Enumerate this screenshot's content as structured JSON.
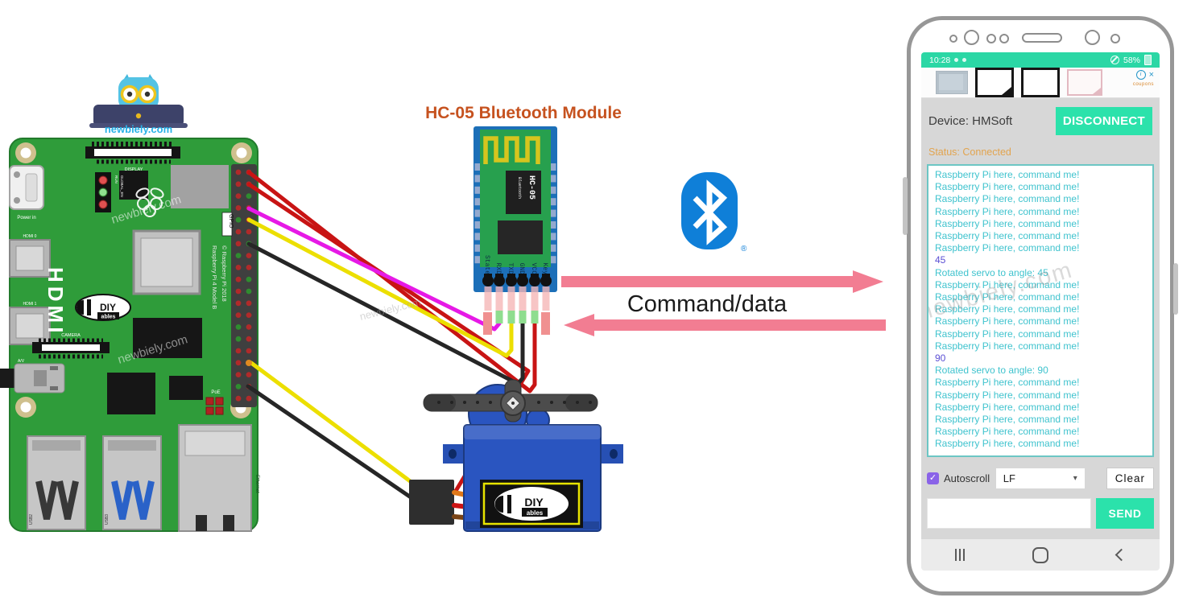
{
  "diagram": {
    "watermark": "newbiely.com",
    "owl_caption": "newbiely.com",
    "hc05_title": "HC-05 Bluetooth Module",
    "command_label": "Command/data",
    "bluetooth_registered": "®",
    "hc05": {
      "chip_line1": "HC-05",
      "chip_line2": "Bluetooth",
      "pins": [
        "State",
        "RXD",
        "TXD",
        "GND",
        "VCC",
        "Key"
      ]
    },
    "pi": {
      "display": "DISPLAY",
      "power": "Power in",
      "hdmi0": "HDMI 0",
      "hdmi1": "HDMI 1",
      "hdmi_vertical": "HDMI",
      "camera": "CAMERA",
      "av": "A/V",
      "gpio": "GPIO",
      "model": "Raspberry Pi 4 Model B",
      "copyright": "© Raspberry Pi 2018",
      "run": "RUN",
      "global_en": "GLOBAL_EN",
      "poe": "PoE",
      "usb2": "USB2",
      "usb3": "USB3",
      "ethernet": "Ethernet",
      "logo_top": "DIY",
      "logo_bottom": "ables"
    },
    "servo": {
      "logo_top": "DIY",
      "logo_bottom": "ables"
    }
  },
  "phone": {
    "status_bar": {
      "time": "10:28",
      "battery": "58%"
    },
    "ad": {
      "info_icon": "i",
      "close_icon": "×",
      "tag": "coupons"
    },
    "device_label": "Device: HMSoft",
    "disconnect_button": "DISCONNECT",
    "status_text": "Status: Connected",
    "terminal": {
      "lines": [
        {
          "text": "Raspberry Pi here, command me!",
          "type": "rx"
        },
        {
          "text": "Raspberry Pi here, command me!",
          "type": "rx"
        },
        {
          "text": "Raspberry Pi here, command me!",
          "type": "rx"
        },
        {
          "text": "Raspberry Pi here, command me!",
          "type": "rx"
        },
        {
          "text": "Raspberry Pi here, command me!",
          "type": "rx"
        },
        {
          "text": "Raspberry Pi here, command me!",
          "type": "rx"
        },
        {
          "text": "Raspberry Pi here, command me!",
          "type": "rx"
        },
        {
          "text": "45",
          "type": "tx"
        },
        {
          "text": "Rotated servo to angle: 45",
          "type": "rx"
        },
        {
          "text": "Raspberry Pi here, command me!",
          "type": "rx"
        },
        {
          "text": "Raspberry Pi here, command me!",
          "type": "rx"
        },
        {
          "text": "Raspberry Pi here, command me!",
          "type": "rx"
        },
        {
          "text": "Raspberry Pi here, command me!",
          "type": "rx"
        },
        {
          "text": "Raspberry Pi here, command me!",
          "type": "rx"
        },
        {
          "text": "Raspberry Pi here, command me!",
          "type": "rx"
        },
        {
          "text": "90",
          "type": "tx"
        },
        {
          "text": "Rotated servo to angle: 90",
          "type": "rx"
        },
        {
          "text": "Raspberry Pi here, command me!",
          "type": "rx"
        },
        {
          "text": "Raspberry Pi here, command me!",
          "type": "rx"
        },
        {
          "text": "Raspberry Pi here, command me!",
          "type": "rx"
        },
        {
          "text": "Raspberry Pi here, command me!",
          "type": "rx"
        },
        {
          "text": "Raspberry Pi here, command me!",
          "type": "rx"
        },
        {
          "text": "Raspberry Pi here, command me!",
          "type": "rx"
        }
      ]
    },
    "autoscroll_label": "Autoscroll",
    "checkbox_glyph": "✓",
    "line_ending_value": "LF",
    "dropdown_arrow": "▾",
    "clear_button": "Clear",
    "send_button": "SEND"
  },
  "colors": {
    "teal_accent": "#2be2ab",
    "statusbar_teal": "#2bd7a5",
    "terminal_text": "#3fc3ce",
    "sent_text": "#5b4fd4",
    "status_orange": "#e2a44f",
    "arrow_pink": "#f27d92",
    "pi_green": "#2f9c3a",
    "hc05_blue": "#1c6fb8",
    "title_orange": "#c6521f",
    "bluetooth_blue": "#0f7fd8"
  }
}
